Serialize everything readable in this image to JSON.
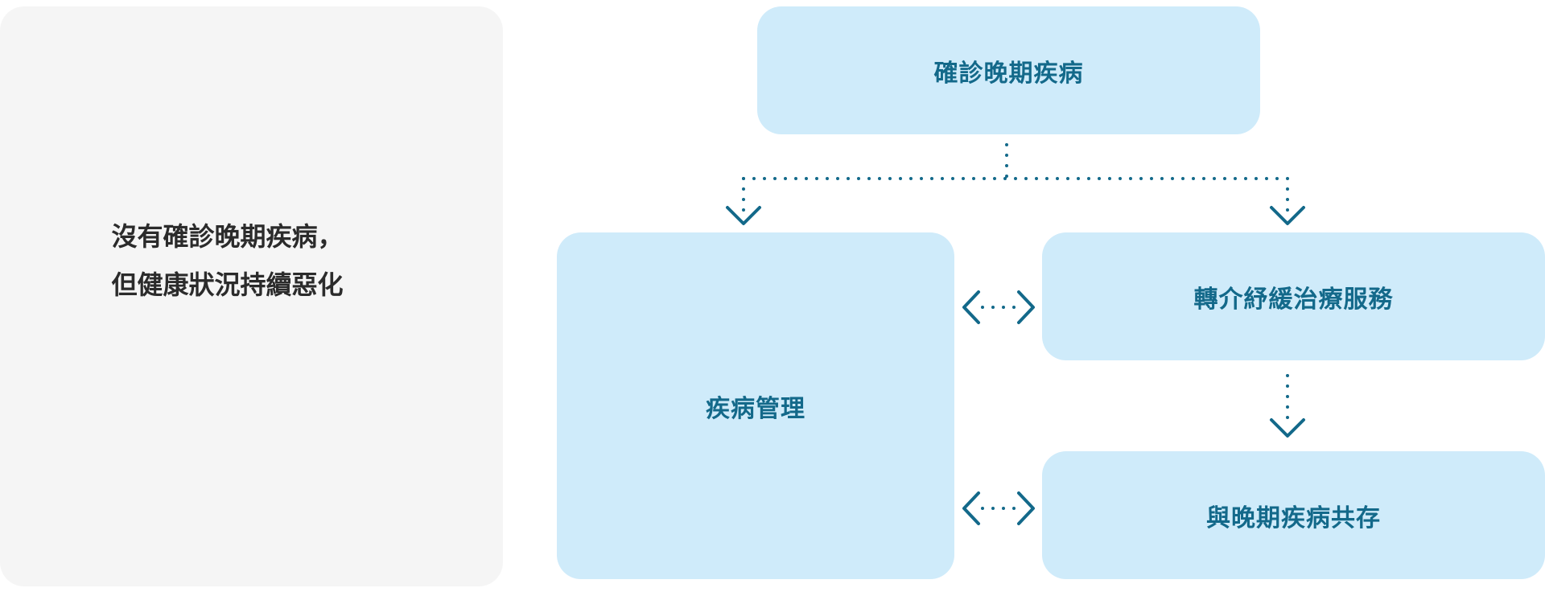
{
  "left_panel": {
    "line1": "沒有確診晚期疾病，",
    "line2": "但健康狀況持續惡化"
  },
  "nodes": {
    "diagnosed": "確診晚期疾病",
    "management": "疾病管理",
    "referral": "轉介紓緩治療服務",
    "coexist": "與晚期疾病共存"
  },
  "colors": {
    "box_fill": "#cfebfa",
    "text_accent": "#13698a",
    "panel_fill": "#f5f5f5"
  }
}
